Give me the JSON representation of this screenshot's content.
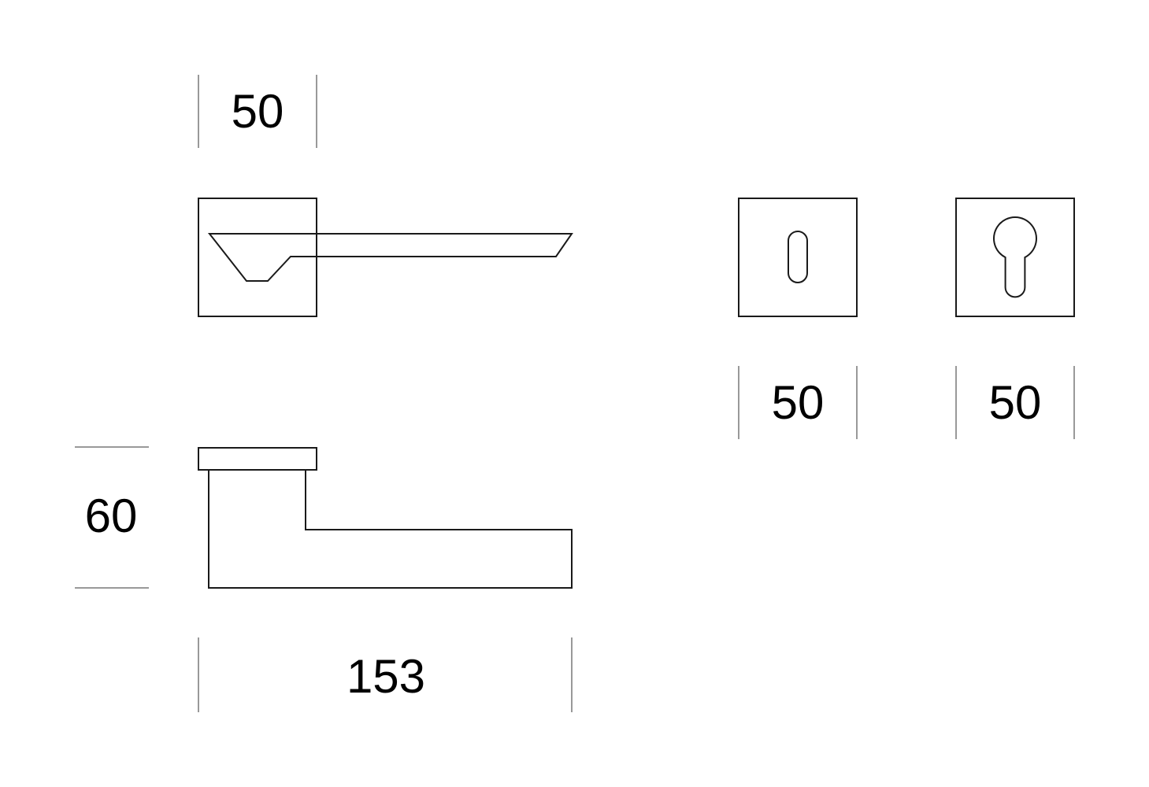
{
  "dimensions": {
    "handle_rose_width": "50",
    "handle_height": "60",
    "handle_length": "153",
    "key_escutcheon_width": "50",
    "cylinder_escutcheon_width": "50"
  },
  "colors": {
    "line": "#1a1a1a",
    "background": "#ffffff"
  }
}
